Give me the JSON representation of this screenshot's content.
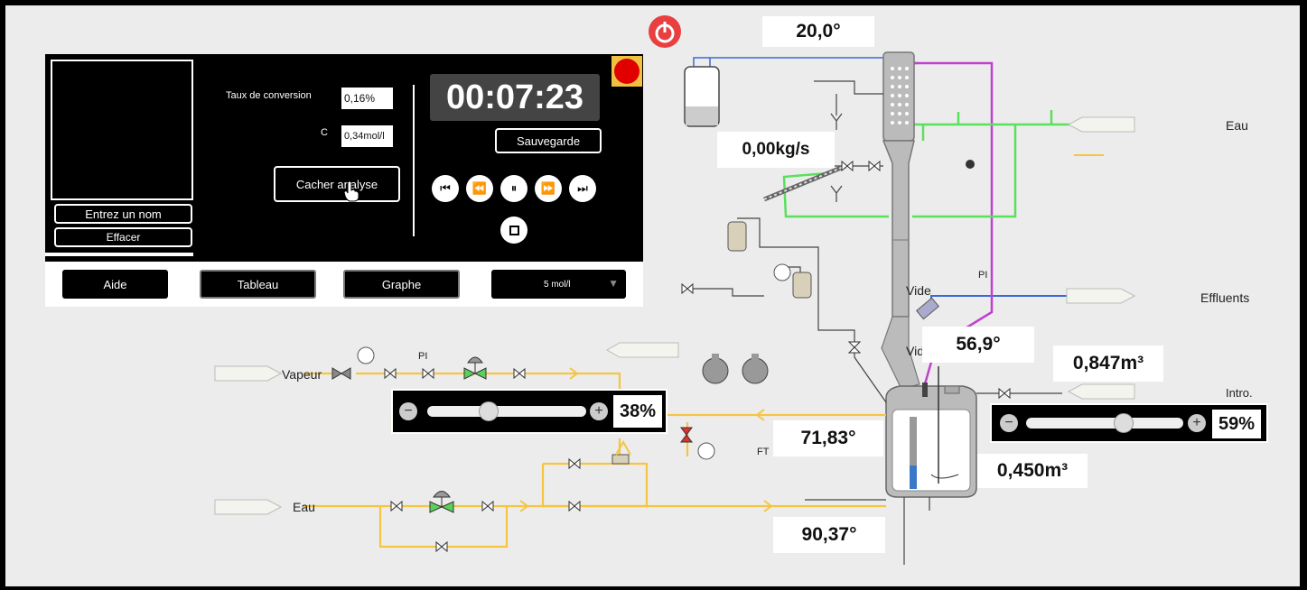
{
  "panel": {
    "name_placeholder": "Entrez un nom",
    "clear_label": "Effacer",
    "conversion_label": "Taux de conversion",
    "conversion_value": "0,16%",
    "c_label": "C",
    "c_value": "0,34mol/l",
    "hide_analysis_label": "Cacher analyse",
    "timer": "00:07:23",
    "save_label": "Sauvegarde"
  },
  "bottom_bar": {
    "help_label": "Aide",
    "table_label": "Tableau",
    "graph_label": "Graphe",
    "concentration_select": "5 mol/l"
  },
  "readouts": {
    "top_temp": "20,0°",
    "flow": "0,00kg/s",
    "vessel_temp": "56,9°",
    "volume_top": "0,847m³",
    "temp_mid": "71,83°",
    "volume_vessel": "0,450m³",
    "temp_bottom": "90,37°"
  },
  "labels": {
    "eau_right": "Eau",
    "effluents": "Effluents",
    "intro": "Intro.",
    "vapeur": "Vapeur",
    "eau_left": "Eau",
    "pi_mid": "PI",
    "pi_left": "PI",
    "vide1": "Vide",
    "vide2": "Vide",
    "ft": "FT"
  },
  "sliders": {
    "left": {
      "percent_label": "38%",
      "value": 38
    },
    "right": {
      "percent_label": "59%",
      "value": 59
    }
  },
  "colors": {
    "steam_line": "#f5c542",
    "cooling_line": "#5ae05a",
    "magenta_line": "#c040d0",
    "blue_line": "#3a6ad8",
    "record_red": "#e00000",
    "power_red": "#e84040"
  }
}
